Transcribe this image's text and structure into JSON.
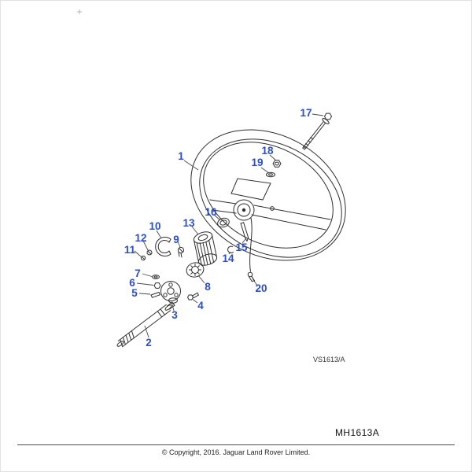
{
  "page": {
    "drawing_code": "VS1613/A",
    "part_code": "MH1613A",
    "copyright": "© Copyright, 2016. Jaguar Land Rover Limited."
  },
  "colors": {
    "callout_blue": "#2b4fc8",
    "line_dark": "#2f2f2f"
  },
  "callouts": [
    "1",
    "2",
    "3",
    "4",
    "5",
    "6",
    "7",
    "8",
    "9",
    "10",
    "11",
    "12",
    "13",
    "14",
    "15",
    "16",
    "17",
    "18",
    "19",
    "20"
  ]
}
